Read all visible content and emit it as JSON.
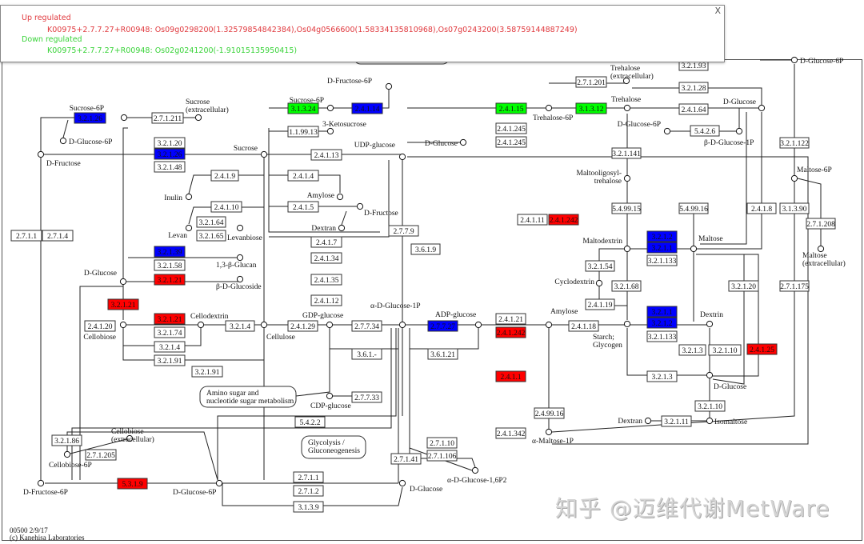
{
  "popup": {
    "close_label": "X",
    "up_header": "Up regulated",
    "up_value": "K00975+2.7.7.27+R00948: Os09g0298200(1.32579854842384),Os04g0566600(1.58334135810968),Os07g0243200(3.58759144887249)",
    "down_header": "Down regulated",
    "down_value": "K00975+2.7.7.27+R00948: Os02g0241200(-1.91015135950415)"
  },
  "colors": {
    "up": "#ff0000",
    "down": "#0000ff",
    "green": "#00ff00",
    "up_text": "#e0393e",
    "down_text": "#39d339"
  },
  "footer": {
    "map_id": "00500 2/9/17",
    "copyright": "(c) Kanehisa Laboratories"
  },
  "watermark": "知乎 @迈维代谢MetWare",
  "compounds": [
    {
      "id": "c1",
      "label": "Sucrose-6P"
    },
    {
      "id": "c2",
      "label": "Sucrose (extracellular)"
    },
    {
      "id": "c3",
      "label": "D-Glucose-6P"
    },
    {
      "id": "c4",
      "label": "D-Fructose"
    },
    {
      "id": "c5",
      "label": "Sucrose"
    },
    {
      "id": "c6",
      "label": "Inulin"
    },
    {
      "id": "c7",
      "label": "Levan"
    },
    {
      "id": "c8",
      "label": "Levanbiose"
    },
    {
      "id": "c9",
      "label": "D-Fructose-6P"
    },
    {
      "id": "c10",
      "label": "Sucrose-6P"
    },
    {
      "id": "c11",
      "label": "3-Ketosucrose"
    },
    {
      "id": "c12",
      "label": "UDP-glucose"
    },
    {
      "id": "c13",
      "label": "Amylose"
    },
    {
      "id": "c14",
      "label": "D-Fructose"
    },
    {
      "id": "c15",
      "label": "Dextran"
    },
    {
      "id": "c16",
      "label": "D-Glucose"
    },
    {
      "id": "c17",
      "label": "Trehalose-6P"
    },
    {
      "id": "c18",
      "label": "Trehalose"
    },
    {
      "id": "c19",
      "label": "Trehalose (extracellular)"
    },
    {
      "id": "c20",
      "label": "D-Glucose"
    },
    {
      "id": "c21",
      "label": "D-Glucose-6P"
    },
    {
      "id": "c22",
      "label": "β-D-Glucose-1P"
    },
    {
      "id": "c23",
      "label": "D-Glucose-6P"
    },
    {
      "id": "c24",
      "label": "Maltooligosyl-trehalose"
    },
    {
      "id": "c25",
      "label": "Maltose-6P"
    },
    {
      "id": "c26",
      "label": "D-Glucose"
    },
    {
      "id": "c27",
      "label": "1,3-β-Glucan"
    },
    {
      "id": "c28",
      "label": "β-D-Glucoside"
    },
    {
      "id": "c29",
      "label": "Cellobiose"
    },
    {
      "id": "c30",
      "label": "Cellodextrin"
    },
    {
      "id": "c31",
      "label": "Cellulose"
    },
    {
      "id": "c32",
      "label": "GDP-glucose"
    },
    {
      "id": "c33",
      "label": "α-D-Glucose-1P"
    },
    {
      "id": "c34",
      "label": "ADP-glucose"
    },
    {
      "id": "c35",
      "label": "Amylose"
    },
    {
      "id": "c36",
      "label": "Maltodextrin"
    },
    {
      "id": "c37",
      "label": "Maltose"
    },
    {
      "id": "c38",
      "label": "Maltose (extracellular)"
    },
    {
      "id": "c39",
      "label": "Cyclodextrin"
    },
    {
      "id": "c40",
      "label": "Starch; Glycogen"
    },
    {
      "id": "c41",
      "label": "Dextrin"
    },
    {
      "id": "c42",
      "label": "D-Glucose"
    },
    {
      "id": "c43",
      "label": "Dextran"
    },
    {
      "id": "c44",
      "label": "Isomaltose"
    },
    {
      "id": "c45",
      "label": "α-Maltose-1P"
    },
    {
      "id": "c46",
      "label": "CDP-glucose"
    },
    {
      "id": "c47",
      "label": "α-D-Glucose-1,6P2"
    },
    {
      "id": "c48",
      "label": "D-Glucose"
    },
    {
      "id": "c49",
      "label": "Cellobiose (extracellular)"
    },
    {
      "id": "c50",
      "label": "Cellobiose-6P"
    },
    {
      "id": "c51",
      "label": "D-Fructose-6P"
    },
    {
      "id": "c52",
      "label": "D-Glucose-6P"
    }
  ],
  "maps": [
    {
      "id": "m1",
      "label": "Amino sugar and nucleotide sugar metabolism"
    },
    {
      "id": "m2",
      "label": "Glycolysis / Gluconeogenesis"
    },
    {
      "id": "m3",
      "label": "Amino sugar and nucleotide sugar metabolism"
    }
  ],
  "enzymes": [
    {
      "id": "e1",
      "label": "3.2.1.26",
      "status": "down"
    },
    {
      "id": "e2",
      "label": "2.7.1.211",
      "status": "none"
    },
    {
      "id": "e3",
      "label": "3.2.1.20",
      "status": "none"
    },
    {
      "id": "e4",
      "label": "3.2.1.26",
      "status": "down"
    },
    {
      "id": "e5",
      "label": "3.2.1.48",
      "status": "none"
    },
    {
      "id": "e6",
      "label": "2.4.1.9",
      "status": "none"
    },
    {
      "id": "e7",
      "label": "2.4.1.10",
      "status": "none"
    },
    {
      "id": "e8",
      "label": "3.2.1.64",
      "status": "none"
    },
    {
      "id": "e9",
      "label": "3.2.1.65",
      "status": "none"
    },
    {
      "id": "e10",
      "label": "2.7.1.1",
      "status": "none"
    },
    {
      "id": "e11",
      "label": "2.7.1.4",
      "status": "none"
    },
    {
      "id": "e12",
      "label": "3.1.3.24",
      "status": "green"
    },
    {
      "id": "e13",
      "label": "2.4.1.14",
      "status": "down"
    },
    {
      "id": "e14",
      "label": "1.1.99.13",
      "status": "none"
    },
    {
      "id": "e15",
      "label": "2.4.1.13",
      "status": "none"
    },
    {
      "id": "e16",
      "label": "2.4.1.4",
      "status": "none"
    },
    {
      "id": "e17",
      "label": "2.4.1.5",
      "status": "none"
    },
    {
      "id": "e18",
      "label": "2.4.1.7",
      "status": "none"
    },
    {
      "id": "e19",
      "label": "2.7.7.9",
      "status": "none"
    },
    {
      "id": "e20",
      "label": "2.4.1.15",
      "status": "green"
    },
    {
      "id": "e21",
      "label": "3.1.3.12",
      "status": "green"
    },
    {
      "id": "e22",
      "label": "2.7.1.201",
      "status": "none"
    },
    {
      "id": "e23",
      "label": "2.4.1.245",
      "status": "none"
    },
    {
      "id": "e24",
      "label": "2.4.1.245",
      "status": "none"
    },
    {
      "id": "e25",
      "label": "3.2.1.93",
      "status": "none"
    },
    {
      "id": "e26",
      "label": "3.2.1.28",
      "status": "none"
    },
    {
      "id": "e27",
      "label": "2.4.1.64",
      "status": "none"
    },
    {
      "id": "e28",
      "label": "5.4.2.6",
      "status": "none"
    },
    {
      "id": "e29",
      "label": "3.2.1.141",
      "status": "none"
    },
    {
      "id": "e30",
      "label": "3.2.1.122",
      "status": "none"
    },
    {
      "id": "e31",
      "label": "5.4.99.15",
      "status": "none"
    },
    {
      "id": "e32",
      "label": "5.4.99.16",
      "status": "none"
    },
    {
      "id": "e33",
      "label": "2.4.1.8",
      "status": "none"
    },
    {
      "id": "e34",
      "label": "3.1.3.90",
      "status": "none"
    },
    {
      "id": "e35",
      "label": "2.7.1.208",
      "status": "none"
    },
    {
      "id": "e36",
      "label": "2.4.1.11",
      "status": "none"
    },
    {
      "id": "e37",
      "label": "2.4.1.242",
      "status": "up"
    },
    {
      "id": "e38",
      "label": "3.2.1.39",
      "status": "down"
    },
    {
      "id": "e39",
      "label": "3.2.1.58",
      "status": "none"
    },
    {
      "id": "e40",
      "label": "3.2.1.21",
      "status": "up"
    },
    {
      "id": "e41",
      "label": "3.2.1.21",
      "status": "up"
    },
    {
      "id": "e42",
      "label": "2.4.1.34",
      "status": "none"
    },
    {
      "id": "e43",
      "label": "2.4.1.35",
      "status": "none"
    },
    {
      "id": "e44",
      "label": "2.4.1.12",
      "status": "none"
    },
    {
      "id": "e45",
      "label": "3.6.1.9",
      "status": "none"
    },
    {
      "id": "e46",
      "label": "2.4.1.20",
      "status": "none"
    },
    {
      "id": "e47",
      "label": "3.2.1.21",
      "status": "up"
    },
    {
      "id": "e48",
      "label": "3.2.1.74",
      "status": "none"
    },
    {
      "id": "e49",
      "label": "3.2.1.4",
      "status": "none"
    },
    {
      "id": "e50",
      "label": "3.2.1.91",
      "status": "none"
    },
    {
      "id": "e51",
      "label": "3.2.1.4",
      "status": "none"
    },
    {
      "id": "e52",
      "label": "2.4.1.29",
      "status": "none"
    },
    {
      "id": "e53",
      "label": "2.7.7.34",
      "status": "none"
    },
    {
      "id": "e54",
      "label": "3.6.1.-",
      "status": "none"
    },
    {
      "id": "e55",
      "label": "3.2.1.91",
      "status": "none"
    },
    {
      "id": "e56",
      "label": "2.7.7.27",
      "status": "down"
    },
    {
      "id": "e57",
      "label": "3.6.1.21",
      "status": "none"
    },
    {
      "id": "e58",
      "label": "2.4.1.21",
      "status": "none"
    },
    {
      "id": "e59",
      "label": "2.4.1.242",
      "status": "up"
    },
    {
      "id": "e60",
      "label": "2.4.1.1",
      "status": "up"
    },
    {
      "id": "e61",
      "label": "3.2.1.2",
      "status": "down"
    },
    {
      "id": "e62",
      "label": "3.2.1.1",
      "status": "down"
    },
    {
      "id": "e63",
      "label": "3.2.1.133",
      "status": "none"
    },
    {
      "id": "e64",
      "label": "3.2.1.54",
      "status": "none"
    },
    {
      "id": "e65",
      "label": "3.2.1.68",
      "status": "none"
    },
    {
      "id": "e66",
      "label": "2.4.1.19",
      "status": "none"
    },
    {
      "id": "e67",
      "label": "2.4.1.18",
      "status": "none"
    },
    {
      "id": "e68",
      "label": "3.2.1.20",
      "status": "none"
    },
    {
      "id": "e69",
      "label": "2.7.1.175",
      "status": "none"
    },
    {
      "id": "e70",
      "label": "3.2.1.1",
      "status": "down"
    },
    {
      "id": "e71",
      "label": "3.2.1.2",
      "status": "down"
    },
    {
      "id": "e72",
      "label": "3.2.1.133",
      "status": "none"
    },
    {
      "id": "e73",
      "label": "3.2.1.3",
      "status": "none"
    },
    {
      "id": "e74",
      "label": "3.2.1.10",
      "status": "none"
    },
    {
      "id": "e75",
      "label": "2.4.1.25",
      "status": "up"
    },
    {
      "id": "e76",
      "label": "3.2.1.3",
      "status": "none"
    },
    {
      "id": "e77",
      "label": "3.2.1.10",
      "status": "none"
    },
    {
      "id": "e78",
      "label": "3.2.1.11",
      "status": "none"
    },
    {
      "id": "e79",
      "label": "2.4.99.16",
      "status": "none"
    },
    {
      "id": "e80",
      "label": "2.4.1.342",
      "status": "none"
    },
    {
      "id": "e81",
      "label": "2.7.7.33",
      "status": "none"
    },
    {
      "id": "e82",
      "label": "5.4.2.2",
      "status": "none"
    },
    {
      "id": "e83",
      "label": "2.7.1.10",
      "status": "none"
    },
    {
      "id": "e84",
      "label": "2.7.1.106",
      "status": "none"
    },
    {
      "id": "e85",
      "label": "2.7.1.41",
      "status": "none"
    },
    {
      "id": "e86",
      "label": "2.7.1.1",
      "status": "none"
    },
    {
      "id": "e87",
      "label": "2.7.1.2",
      "status": "none"
    },
    {
      "id": "e88",
      "label": "3.1.3.9",
      "status": "none"
    },
    {
      "id": "e89",
      "label": "3.2.1.86",
      "status": "none"
    },
    {
      "id": "e90",
      "label": "2.7.1.205",
      "status": "none"
    },
    {
      "id": "e91",
      "label": "5.3.1.9",
      "status": "up"
    }
  ]
}
